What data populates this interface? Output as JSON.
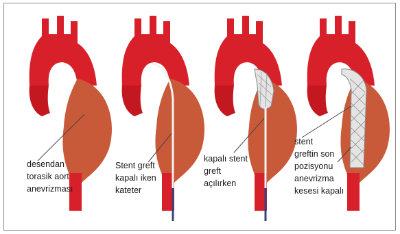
{
  "panels": [
    {
      "id": "p1",
      "stage": "aneurysm",
      "label": "desendan\ntorasik aort\nanevrizması"
    },
    {
      "id": "p2",
      "stage": "catheter",
      "label": "Stent greft\nkapalı iken\nkateter"
    },
    {
      "id": "p3",
      "stage": "opening",
      "label": "kapalı stent\ngreft\naçılırken"
    },
    {
      "id": "p4",
      "stage": "deployed",
      "label": "stent\ngreftin son\npozisyonu\nanevrizma\nkesesi kapalı"
    }
  ],
  "colors": {
    "aorta": "#d8202a",
    "aorta_dark": "#a8141c",
    "aneurysm": "#c85a3a",
    "stent": "#e4e4e4",
    "catheter": "#3a3f7a"
  }
}
